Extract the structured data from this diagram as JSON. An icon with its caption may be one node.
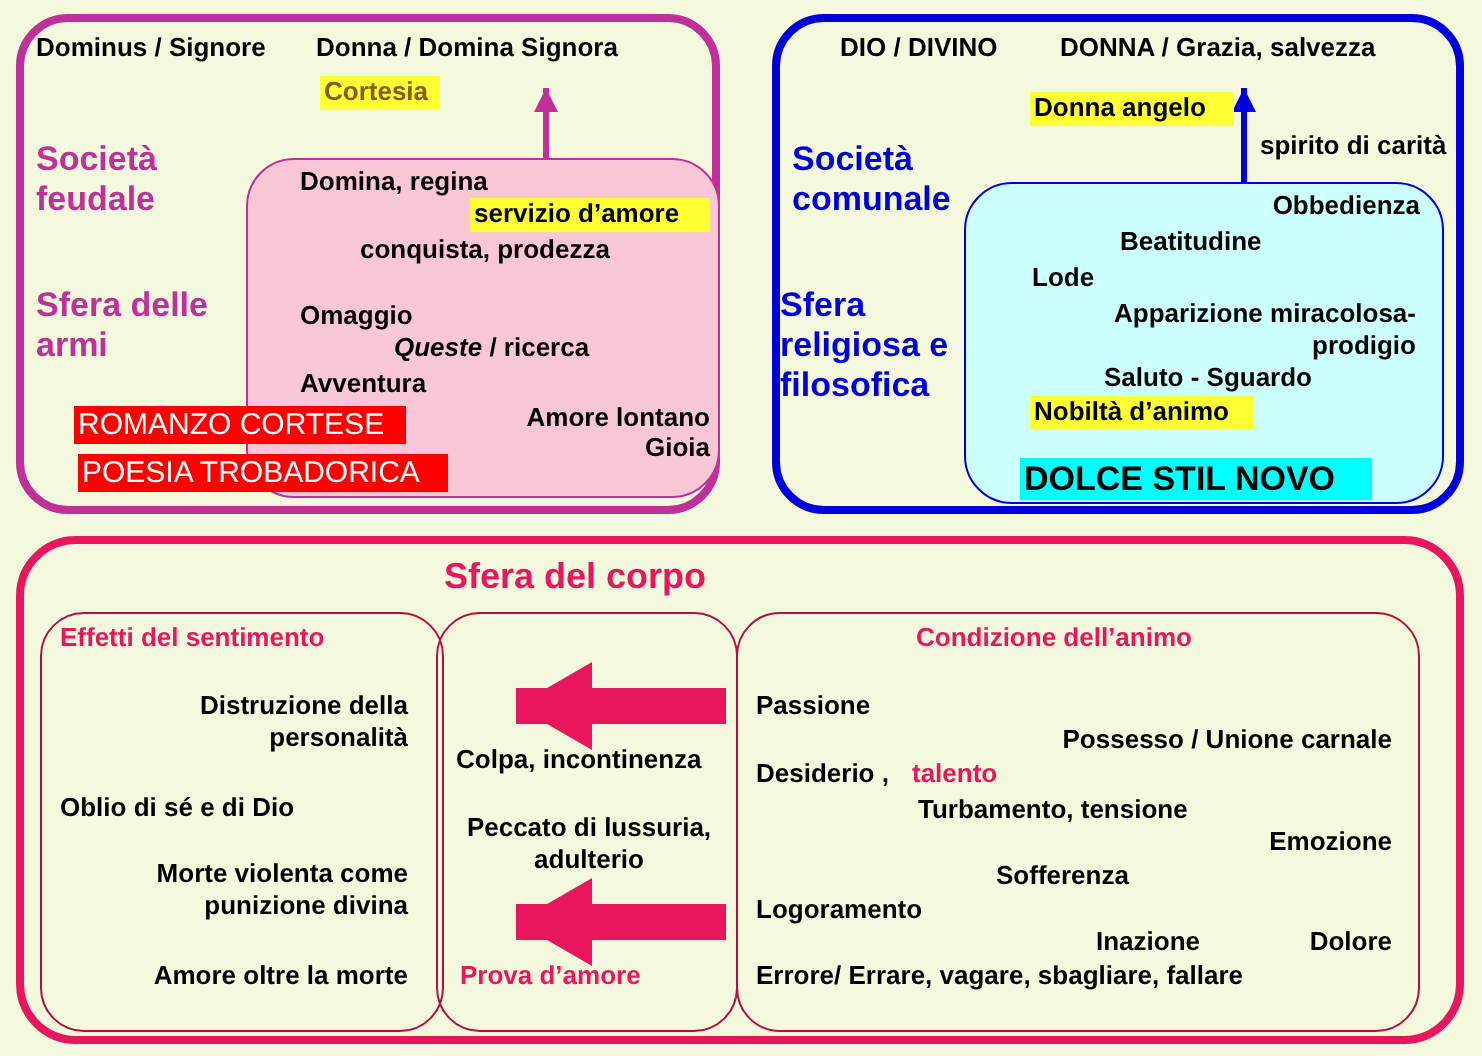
{
  "diagram": {
    "nodes": [
      {
        "text": [
          "Dominus / Signore",
          "Società feudale",
          "Sfera delle armi"
        ]
      },
      {
        "text": [
          "Donna /  Domina  Signora"
        ],
        "in": 0
      },
      {
        "text": [
          "Cortesia"
        ],
        "in": 0
      },
      {
        "text": [
          "Domina, regina",
          "conquista, prodezza",
          "Omaggio",
          "*Queste* / ricerca",
          "Avventura",
          "Amore lontano",
          "Gioia"
        ],
        "in": 0
      },
      {
        "text": [
          "servizio d’amore"
        ],
        "in": 3
      },
      {
        "text": [
          "ROMANZO CORTESE"
        ],
        "in": 0
      },
      {
        "text": [
          "POESIA TROBADORICA"
        ],
        "in": 0
      },
      {
        "text": [
          "DIO / DIVINO",
          "Società comunale",
          "Sfera religiosa e filosofica",
          "spirito di carità"
        ]
      },
      {
        "text": [
          "DONNA / Grazia, salvezza"
        ],
        "in": 7
      },
      {
        "text": [
          "Donna angelo"
        ],
        "in": 7
      },
      {
        "text": [
          "Obbedienza",
          "Beatitudine",
          "Lode",
          "Apparizione miracolosa-prodigio",
          "Saluto - Sguardo"
        ],
        "in": 7
      },
      {
        "text": [
          "Nobiltà d’animo"
        ],
        "in": 10
      },
      {
        "text": [
          "DOLCE STIL NOVO"
        ],
        "in": 10
      },
      {
        "text": [
          "Sfera del corpo"
        ]
      },
      {
        "text": [
          "Effetti del sentimento",
          "Distruzione della personalità",
          "Oblio di sé e di Dio",
          "Morte violenta come punizione divina",
          "Amore oltre la morte"
        ],
        "in": 13
      },
      {
        "text": [
          "Colpa, incontinenza",
          "Peccato di lussuria, adulterio",
          "Prova d’amore"
        ],
        "in": 13
      },
      {
        "text": [
          "Condizione dell’animo",
          "Passione",
          "Possesso / Unione carnale",
          "Desiderio ,",
          "talento",
          "Turbamento, tensione",
          "Emozione",
          "Sofferenza",
          "Logoramento",
          "Inazione",
          "Dolore",
          "Errore/ Errare, vagare, sbagliare, fallare"
        ],
        "in": 13
      }
    ],
    "edges": [
      {
        "from": 3,
        "to": 1,
        "arrow": "to",
        "color": "#c0309a"
      },
      {
        "from": 10,
        "to": 8,
        "arrow": "to",
        "color": "#0000dd"
      },
      {
        "from": 15,
        "to": 14,
        "arrow": "to",
        "style": "thick",
        "color": "#e8175d"
      },
      {
        "from": 15,
        "to": 14,
        "arrow": "to",
        "style": "thick",
        "color": "#e8175d"
      }
    ]
  }
}
